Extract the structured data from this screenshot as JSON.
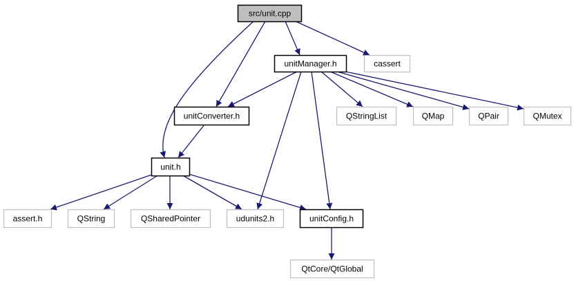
{
  "diagram": {
    "type": "include-dependency-graph",
    "root": "src/unit.cpp",
    "colors": {
      "edge": "#191970",
      "root_fill": "#bfbfbf",
      "documented_border": "#000000",
      "external_border": "#bfbfbf",
      "background": "#ffffff"
    },
    "nodes": [
      {
        "id": "unit_cpp",
        "label": "src/unit.cpp",
        "kind": "root"
      },
      {
        "id": "unitManager_h",
        "label": "unitManager.h",
        "kind": "documented"
      },
      {
        "id": "cassert",
        "label": "cassert",
        "kind": "external"
      },
      {
        "id": "unitConverter_h",
        "label": "unitConverter.h",
        "kind": "documented"
      },
      {
        "id": "QStringList",
        "label": "QStringList",
        "kind": "external"
      },
      {
        "id": "QMap",
        "label": "QMap",
        "kind": "external"
      },
      {
        "id": "QPair",
        "label": "QPair",
        "kind": "external"
      },
      {
        "id": "QMutex",
        "label": "QMutex",
        "kind": "external"
      },
      {
        "id": "unit_h",
        "label": "unit.h",
        "kind": "documented"
      },
      {
        "id": "assert_h",
        "label": "assert.h",
        "kind": "external"
      },
      {
        "id": "QString",
        "label": "QString",
        "kind": "external"
      },
      {
        "id": "QSharedPointer",
        "label": "QSharedPointer",
        "kind": "external"
      },
      {
        "id": "udunits2_h",
        "label": "udunits2.h",
        "kind": "external"
      },
      {
        "id": "unitConfig_h",
        "label": "unitConfig.h",
        "kind": "documented"
      },
      {
        "id": "QtGlobal",
        "label": "QtCore/QtGlobal",
        "kind": "external"
      }
    ],
    "edges": [
      {
        "from": "unit_cpp",
        "to": "unitManager_h"
      },
      {
        "from": "unit_cpp",
        "to": "cassert"
      },
      {
        "from": "unit_cpp",
        "to": "unitConverter_h"
      },
      {
        "from": "unit_cpp",
        "to": "unit_h"
      },
      {
        "from": "unitManager_h",
        "to": "unitConverter_h"
      },
      {
        "from": "unitManager_h",
        "to": "QStringList"
      },
      {
        "from": "unitManager_h",
        "to": "QMap"
      },
      {
        "from": "unitManager_h",
        "to": "QPair"
      },
      {
        "from": "unitManager_h",
        "to": "QMutex"
      },
      {
        "from": "unitManager_h",
        "to": "udunits2_h"
      },
      {
        "from": "unitManager_h",
        "to": "unitConfig_h"
      },
      {
        "from": "unitConverter_h",
        "to": "unit_h"
      },
      {
        "from": "unit_h",
        "to": "assert_h"
      },
      {
        "from": "unit_h",
        "to": "QString"
      },
      {
        "from": "unit_h",
        "to": "QSharedPointer"
      },
      {
        "from": "unit_h",
        "to": "udunits2_h"
      },
      {
        "from": "unit_h",
        "to": "unitConfig_h"
      },
      {
        "from": "unitConfig_h",
        "to": "QtGlobal"
      }
    ]
  }
}
